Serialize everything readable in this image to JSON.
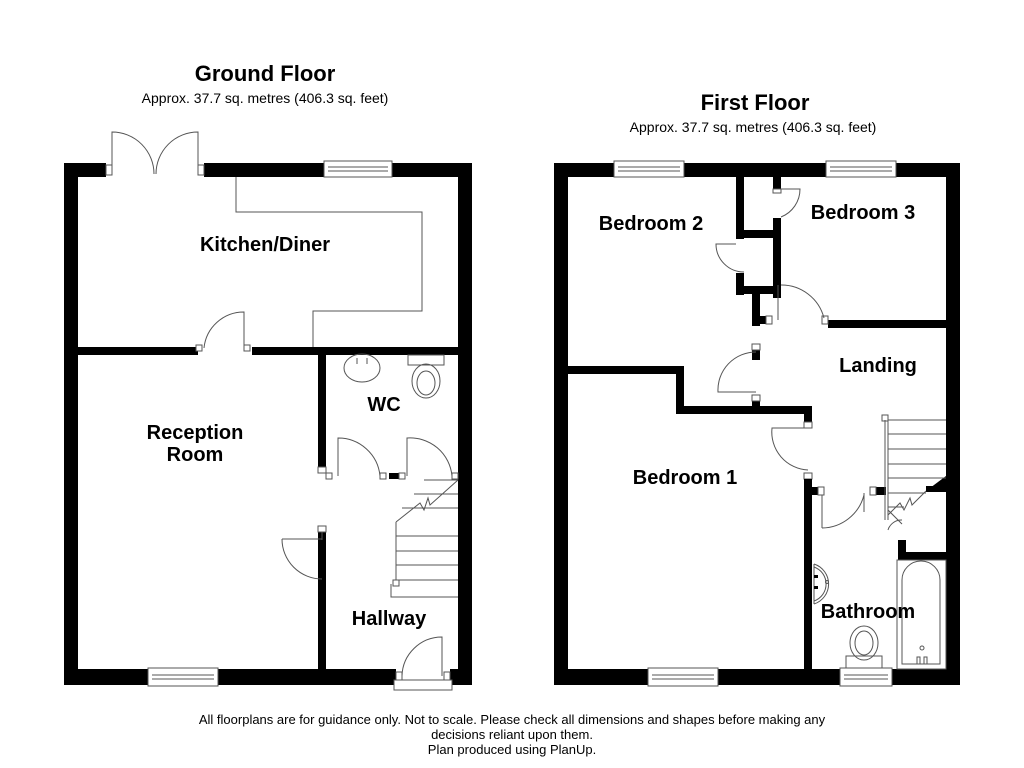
{
  "ground_floor": {
    "title": "Ground Floor",
    "area": "Approx. 37.7 sq. metres (406.3 sq. feet)",
    "rooms": {
      "kitchen_diner": "Kitchen/Diner",
      "reception_room_line1": "Reception",
      "reception_room_line2": "Room",
      "wc": "WC",
      "hallway": "Hallway"
    }
  },
  "first_floor": {
    "title": "First Floor",
    "area": "Approx. 37.7 sq. metres (406.3 sq. feet)",
    "rooms": {
      "bedroom_2": "Bedroom 2",
      "bedroom_3": "Bedroom 3",
      "landing": "Landing",
      "bedroom_1": "Bedroom 1",
      "bathroom": "Bathroom"
    }
  },
  "disclaimer": {
    "line1": "All floorplans are for guidance only. Not to scale. Please check all dimensions and shapes before making any",
    "line2": "decisions reliant upon them.",
    "line3": "Plan produced using PlanUp."
  },
  "colors": {
    "wall": "#000000",
    "fixture_line": "#555555",
    "background": "#ffffff"
  }
}
